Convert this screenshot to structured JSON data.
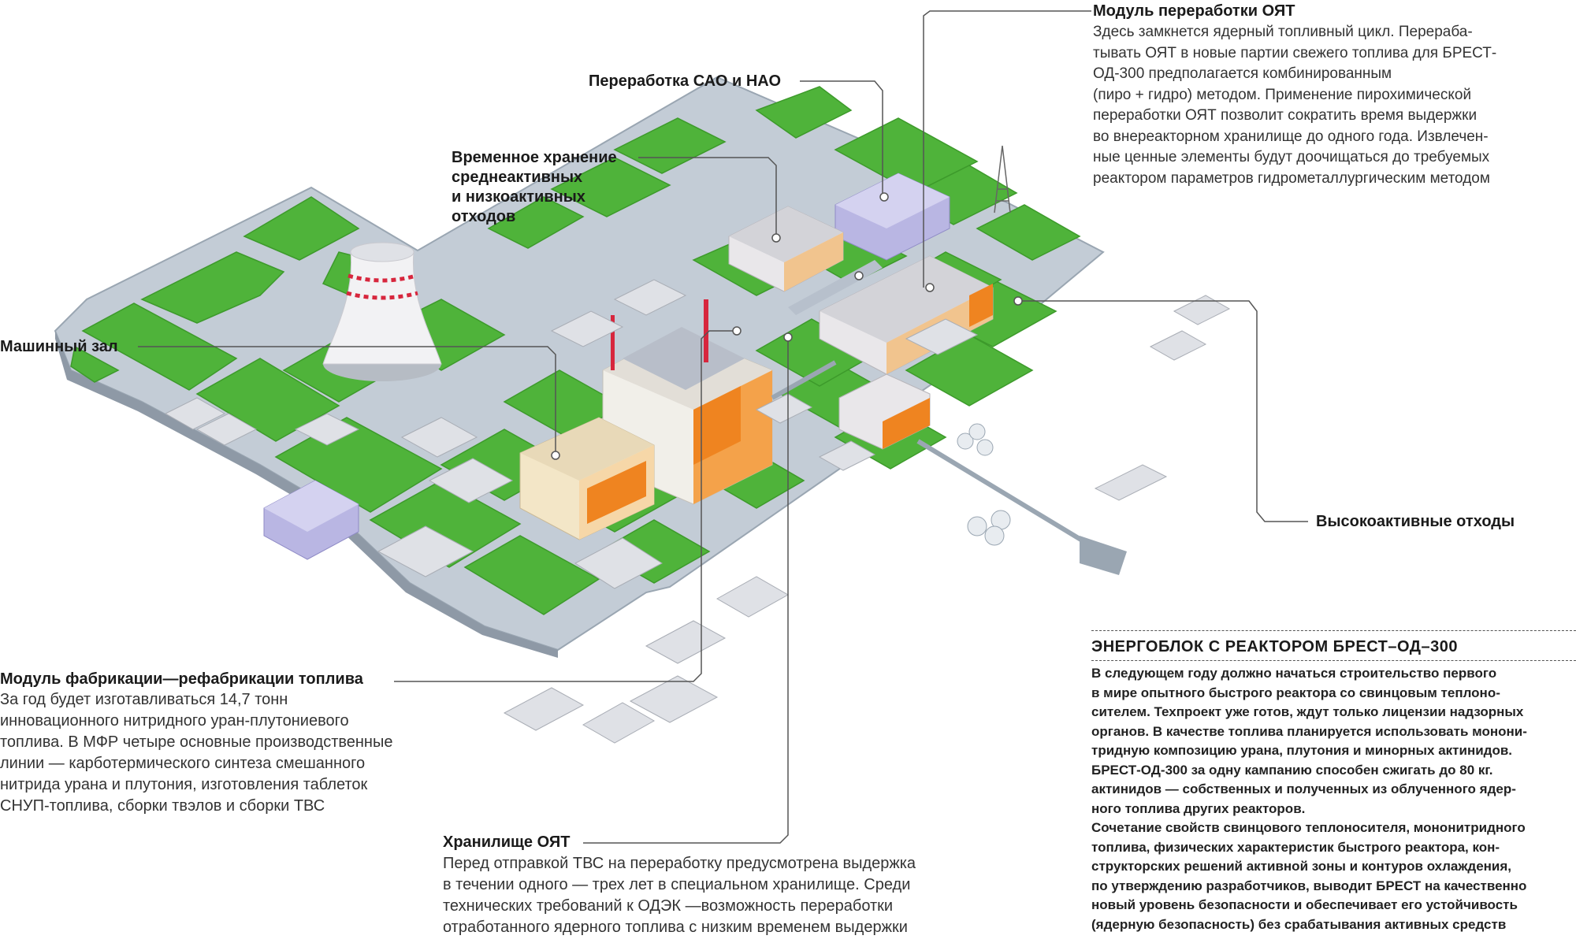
{
  "labels": {
    "reprocessing_module": {
      "title": "Модуль переработки ОЯТ",
      "text": "Здесь замкнется ядерный топливный цикл. Перераба-\nтывать ОЯТ в новые партии свежего топлива для БРЕСТ-\nОД-300 предполагается комбинированным\n(пиро + гидро) методом. Применение пирохимической\nпереработки ОЯТ позволит сократить время выдержки\nво внереакторном хранилище до одного года. Извлечен-\nные ценные элементы будут доочищаться до требуемых\nреактором параметров гидрометаллургическим методом"
    },
    "sao_nao": {
      "title": "Переработка САО и НАО"
    },
    "temp_storage": {
      "title": "Временное хранение\nсреднеактивных\nи низкоактивных\nотходов"
    },
    "turbine_hall": {
      "title": "Машинный зал"
    },
    "hlw": {
      "title": "Высокоактивные отходы"
    },
    "fabrication": {
      "title": "Модуль фабрикации—рефабрикации топлива",
      "text": "За год будет изготавливаться 14,7 тонн\nинновационного нитридного уран-плутониевого\nтоплива. В МФР четыре основные производственные\nлинии — карботермического синтеза смешанного\nнитрида урана и плутония, изготовления таблеток\nСНУП-топлива, сборки твэлов и сборки ТВС"
    },
    "snf_storage": {
      "title": "Хранилище ОЯТ",
      "text": "Перед отправкой ТВС на переработку предусмотрена выдержка\nв течении одного — трех лет в специальном хранилище. Среди\nтехнических требований к ОДЭК —возможность переработки\nотработанного ядерного топлива с низким временем выдержки"
    }
  },
  "power_unit": {
    "title": "ЭНЕРГОБЛОК С РЕАКТОРОМ БРЕСТ–ОД–300",
    "body": "В следующем году должно начаться строительство первого\nв мире опытного быстрого реактора со свинцовым теплоно-\nсителем. Техпроект уже готов, ждут только лицензии надзорных\nорганов. В качестве топлива планируется использовать монони-\nтридную композицию урана, плутония и минорных актинидов.\nБРЕСТ-ОД-300 за одну кампанию способен сжигать до 80 кг.\nактинидов — собственных и полученных из облученного ядер-\nного топлива других реакторов.\nСочетание свойств свинцового теплоносителя, мононитридного\nтоплива, физических характеристик быстрого реактора, кон-\nструкторских решений активной зоны и контуров охлаждения,\nпо утверждению разработчиков, выводит БРЕСТ на качественно\nновый уровень безопасности и обеспечивает его устойчивость\n(ядерную безопасность) без срабатывания активных средств"
  },
  "colors": {
    "grass": "#4fb33a",
    "road": "#b9c4cf",
    "building_white": "#e9e7ea",
    "building_orange": "#ef8420",
    "building_purple": "#b9b6e3",
    "leader_line": "#555555"
  }
}
